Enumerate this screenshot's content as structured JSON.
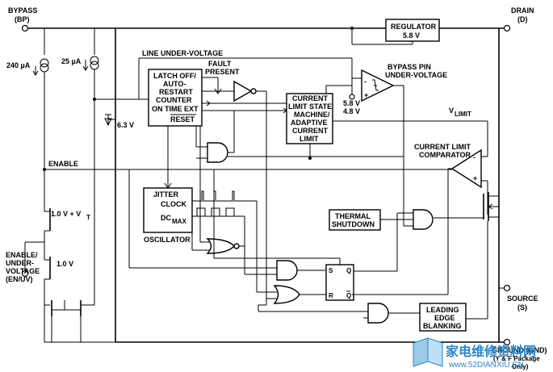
{
  "pins": {
    "bypass": "BYPASS",
    "bypass_sub": "(BP)",
    "drain": "DRAIN",
    "drain_sub": "(D)",
    "enable": "ENABLE/",
    "enable2": "UNDER-",
    "enable3": "VOLTAGE",
    "enable4": "(EN/UV)",
    "source": "SOURCE",
    "source_sub": "(S)",
    "ground": "GROUND (GND)",
    "ground2": "(Y & F Package",
    "ground3": "Only)"
  },
  "blocks": {
    "regulator": "REGULATOR",
    "regulator_v": "5.8 V",
    "latch1": "LATCH OFF/",
    "latch2": "AUTO-",
    "latch3": "RESTART",
    "latch4": "COUNTER",
    "latch5": "ON TIME EXT",
    "latch6": "RESET",
    "clsm1": "CURRENT",
    "clsm2": "LIMIT STATE",
    "clsm3": "MACHINE/",
    "clsm4": "ADAPTIVE",
    "clsm5": "CURRENT",
    "clsm6": "LIMIT",
    "jitter": "JITTER",
    "clock": "CLOCK",
    "dc": "DC",
    "dc_sub": "MAX",
    "osc": "OSCILLATOR",
    "thermal1": "THERMAL",
    "thermal2": "SHUTDOWN",
    "leb1": "LEADING",
    "leb2": "EDGE",
    "leb3": "BLANKING",
    "ff_s": "S",
    "ff_r": "R",
    "ff_q": "Q",
    "ff_qb": "Q"
  },
  "labels": {
    "i240": "240 µA",
    "i25": "25 µA",
    "line_uv": "LINE UNDER-VOLTAGE",
    "fault1": "FAULT",
    "fault2": "PRESENT",
    "bypass_uv1": "BYPASS PIN",
    "bypass_uv2": "UNDER-VOLTAGE",
    "v58": "5.8 V",
    "v48": "4.8 V",
    "zener": "6.3 V",
    "enable_net": "ENABLE",
    "vlimit": "V",
    "vlimit_sub": "LIMIT",
    "comp1": "CURRENT LIMIT",
    "comp2": "COMPARATOR",
    "v1vt": "1.0 V + V",
    "v1vt_sub": "T",
    "v1": "1.0 V",
    "plus": "+",
    "minus": "-"
  },
  "watermark": {
    "cn": "家电维修资料网",
    "url": "www.52DIANXIU.CN"
  }
}
